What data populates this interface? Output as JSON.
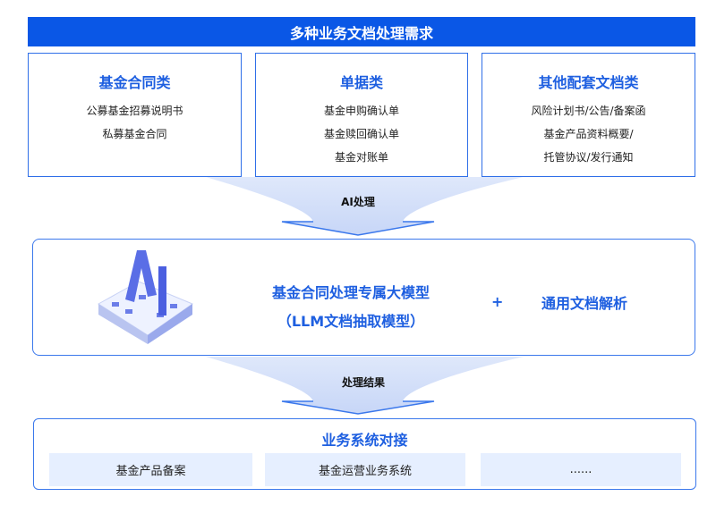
{
  "header": {
    "title": "多种业务文档处理需求"
  },
  "categories": [
    {
      "title": "基金合同类",
      "items": [
        "公募基金招募说明书",
        "私募基金合同"
      ]
    },
    {
      "title": "单据类",
      "items": [
        "基金申购确认单",
        "基金赎回确认单",
        "基金对账单"
      ]
    },
    {
      "title": "其他配套文档类",
      "items": [
        "风险计划书/公告/备案函",
        "基金产品资料概要/",
        "托管协议/发行通知"
      ]
    }
  ],
  "arrow1": {
    "label": "AI处理"
  },
  "model": {
    "line1": "基金合同处理专属大模型",
    "line2": "（LLM文档抽取模型）",
    "plus": "+",
    "general": "通用文档解析",
    "logo_text": "AI"
  },
  "arrow2": {
    "label": "处理结果"
  },
  "integration": {
    "title": "业务系统对接",
    "systems": [
      "基金产品备案",
      "基金运营业务系统",
      "......"
    ]
  }
}
